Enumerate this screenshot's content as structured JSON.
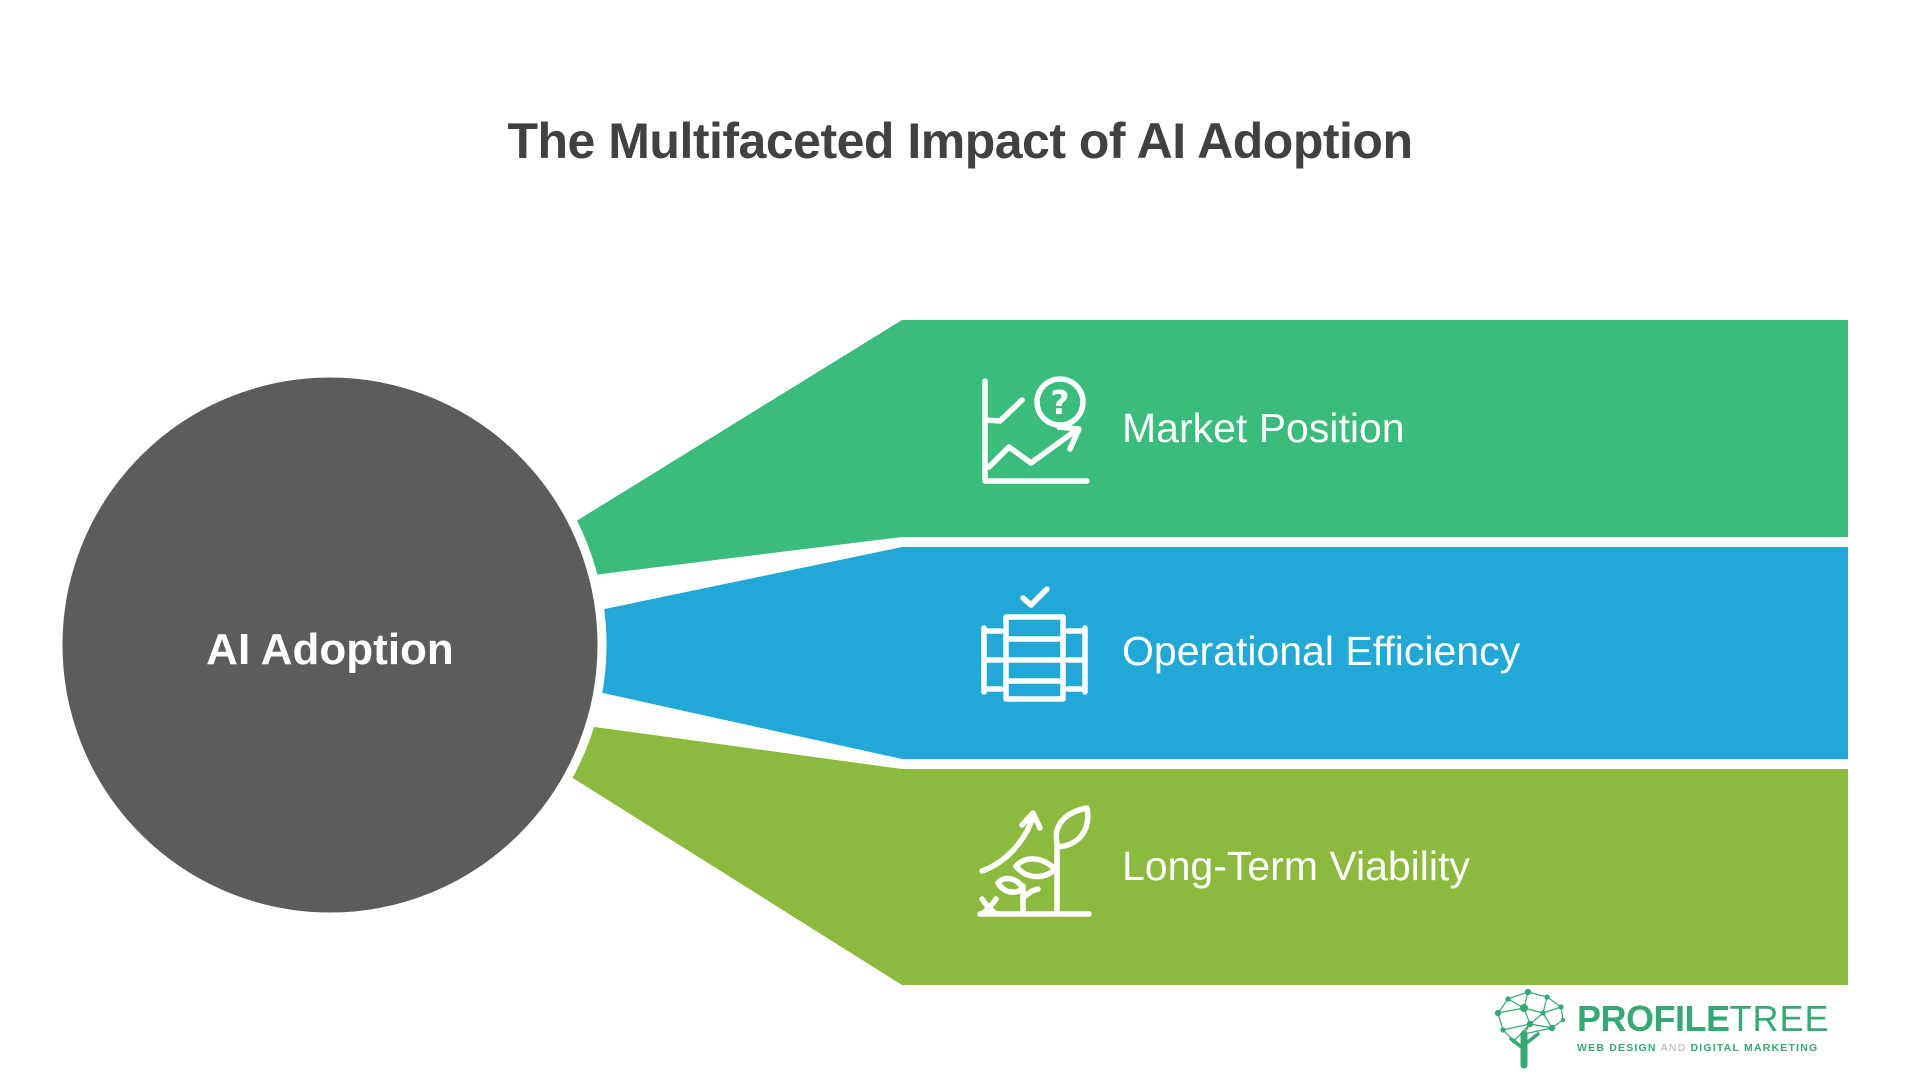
{
  "title": "The Multifaceted Impact of AI Adoption",
  "hub": {
    "label": "AI Adoption",
    "color": "#5c5c5c"
  },
  "branches": [
    {
      "label": "Market Position",
      "color": "#3abc7c",
      "icon": "market-chart-question-icon"
    },
    {
      "label": "Operational Efficiency",
      "color": "#21a8d6",
      "icon": "checked-process-table-icon"
    },
    {
      "label": "Long-Term Viability",
      "color": "#8cba3e",
      "icon": "growth-plant-arrow-icon"
    }
  ],
  "icons": {
    "question_glyph": "?"
  },
  "colors": {
    "title_text": "#3f4142",
    "hub": "#5c5c5c",
    "banner_green": "#3abc7c",
    "banner_blue": "#21a8d6",
    "banner_olive": "#8cba3e",
    "label_text": "#ffffff",
    "logo_green": "#35a873",
    "logo_and_gray": "#a9b5ad",
    "background": "#ffffff"
  },
  "logo": {
    "brand_bold": "PROFILE",
    "brand_light": "TREE",
    "tagline_web": "WEB DESIGN",
    "tagline_and": "AND",
    "tagline_digital": "DIGITAL MARKETING"
  }
}
